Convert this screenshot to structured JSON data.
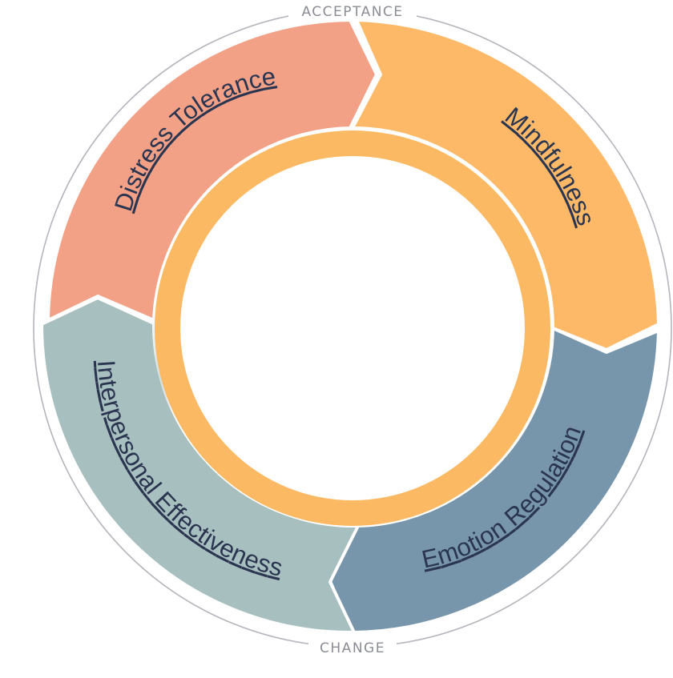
{
  "diagram": {
    "outer_labels": {
      "top": "ACCEPTANCE",
      "bottom": "CHANGE"
    },
    "segments": [
      {
        "key": "distress",
        "label": "Distress Tolerance",
        "color": "#f2a086"
      },
      {
        "key": "mindfulness",
        "label": "Mindfulness",
        "color": "#fdb968"
      },
      {
        "key": "emotion",
        "label": "Emotion Regulation",
        "color": "#7896ab"
      },
      {
        "key": "interpersonal",
        "label": "Interpersonal Effectiveness",
        "color": "#a8bfbf"
      }
    ],
    "colors": {
      "outer_ring": "#b3b5bb",
      "inner_ring": "#fbb964",
      "background": "#ffffff"
    }
  }
}
